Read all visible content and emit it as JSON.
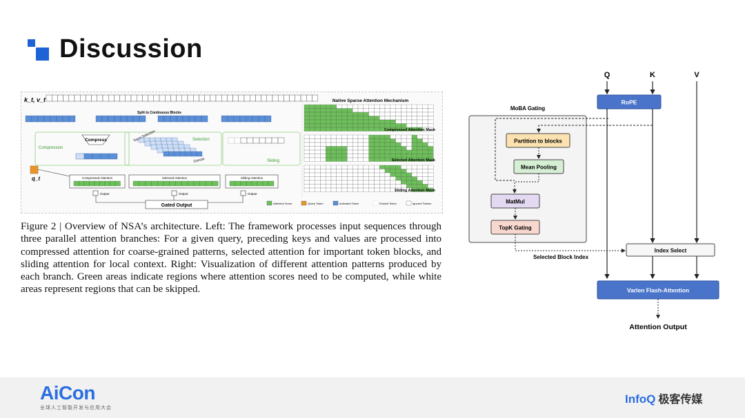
{
  "slide": {
    "title": "Discussion"
  },
  "nsa_figure": {
    "kv_label": "k_t, v_t",
    "split_label": "Split to Continuous Blocks",
    "compress_label": "Compress",
    "compression_label": "Compression",
    "topn_label": "Top-n Selection",
    "selection_label": "Selection",
    "concat_label": "Concat",
    "sliding_label": "Sliding",
    "query_label": "q_t",
    "branch_compressed": "Compressed Attention",
    "branch_selected": "Selected Attention",
    "branch_sliding": "Sliding Attention",
    "output_label": "Output",
    "gated_output": "Gated Output",
    "mechanism_title": "Native Sparse Attention Mechanism",
    "mask_compressed": "Compressed Attention Mask",
    "mask_selected": "Selected Attention Mask",
    "mask_sliding": "Sliding Attention Mask",
    "legend": [
      "Attention Score",
      "Query Token",
      "Activated Token",
      "Evicted Token",
      "Ignored Tokens"
    ],
    "colors": {
      "green": "#6dbf5a",
      "blue": "#5b8fd6",
      "orange": "#e8952b",
      "light_blue": "#cfe0f5"
    }
  },
  "caption": {
    "text": "Figure 2 | Overview of NSA’s architecture. Left: The framework processes input sequences through three parallel attention branches: For a given query, preceding keys and values are processed into compressed attention for coarse-grained patterns, selected attention for important token blocks, and sliding attention for local context. Right: Visualization of different attention patterns produced by each branch. Green areas indicate regions where attention scores need to be computed, while white areas represent regions that can be skipped."
  },
  "moba_diagram": {
    "inputs": [
      "Q",
      "K",
      "V"
    ],
    "rope": "RoPE",
    "group_label": "MoBA Gating",
    "partition": "Partition to blocks",
    "mean_pooling": "Mean Pooling",
    "matmul": "MatMul",
    "topk": "TopK Gating",
    "selected_block_index": "Selected Block Index",
    "index_select": "Index Select",
    "flash_attention": "Varlen Flash-Attention",
    "output": "Attention Output",
    "colors": {
      "rope": "#4a74c9",
      "partition": "#fbe2b0",
      "pooling": "#d6efd4",
      "matmul": "#e3d9f2",
      "topk": "#f8d7cf"
    }
  },
  "footer": {
    "brand": "AiCon",
    "brand_sub": "全球人工智能开发与应用大会",
    "partner_iq": "InfoQ",
    "partner_cn": "极客传媒"
  }
}
